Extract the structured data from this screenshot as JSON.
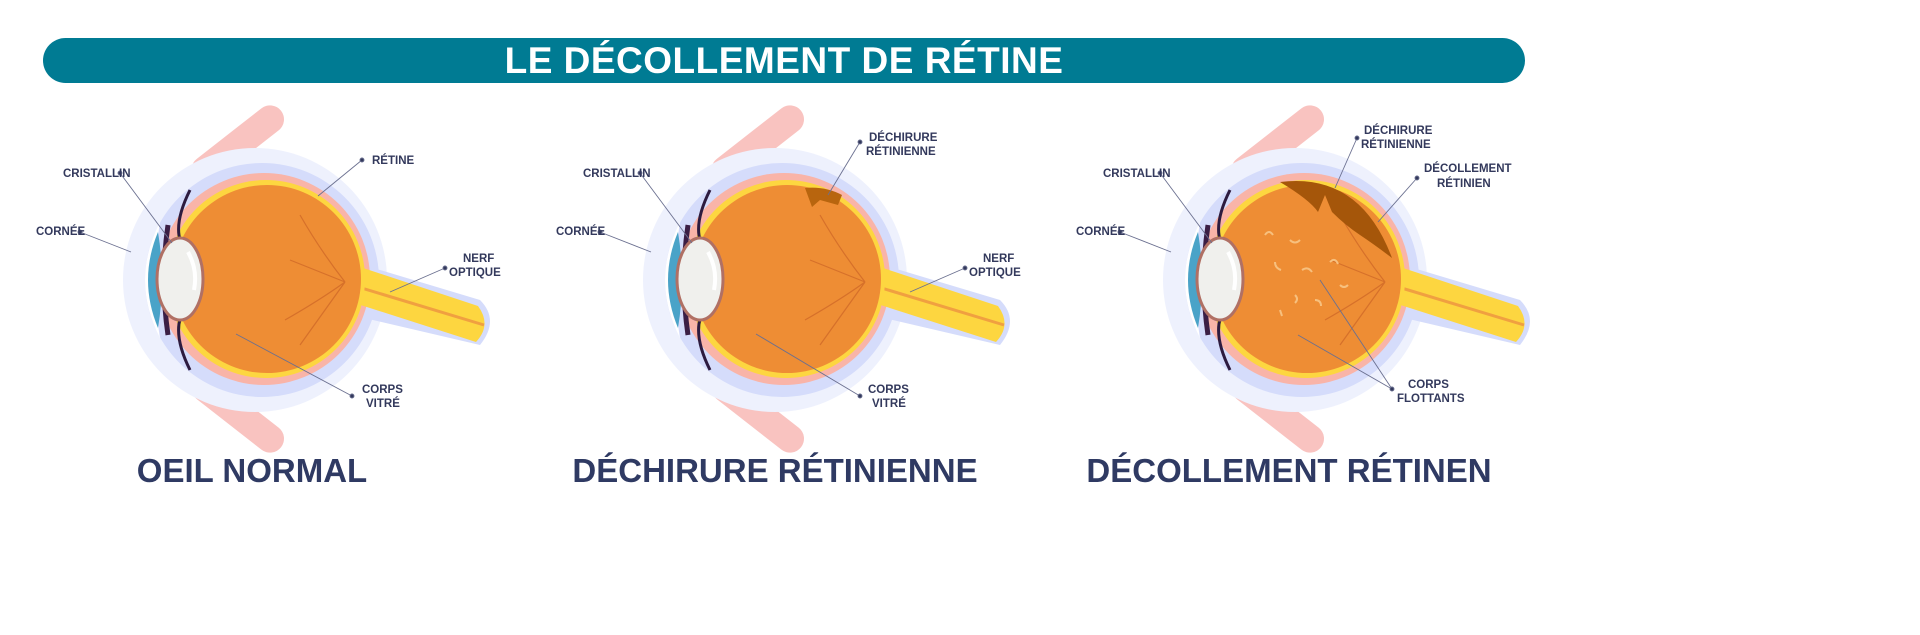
{
  "title": "LE DÉCOLLEMENT DE RÉTINE",
  "colors": {
    "banner": "#007b93",
    "text": "#33395c",
    "vitreous": "#ee8d34",
    "retina": "#fdd640",
    "sclera": "#f9b4a8"
  },
  "panels": [
    {
      "caption": "OEIL NORMAL",
      "labels": {
        "cristallin": "CRISTALLIN",
        "cornee": "CORNÉE",
        "retine": "RÉTINE",
        "nerf1": "NERF",
        "nerf2": "OPTIQUE",
        "corps1": "CORPS",
        "corps2": "VITRÉ"
      }
    },
    {
      "caption": "DÉCHIRURE RÉTINIENNE",
      "labels": {
        "cristallin": "CRISTALLIN",
        "cornee": "CORNÉE",
        "dech1": "DÉCHIRURE",
        "dech2": "RÉTINIENNE",
        "nerf1": "NERF",
        "nerf2": "OPTIQUE",
        "corps1": "CORPS",
        "corps2": "VITRÉ"
      }
    },
    {
      "caption": "DÉCOLLEMENT RÉTINEN",
      "labels": {
        "cristallin": "CRISTALLIN",
        "cornee": "CORNÉE",
        "dech1": "DÉCHIRURE",
        "dech2": "RÉTINIENNE",
        "decol1": "DÉCOLLEMENT",
        "decol2": "RÉTINIEN",
        "flot1": "CORPS",
        "flot2": "FLOTTANTS"
      }
    }
  ]
}
